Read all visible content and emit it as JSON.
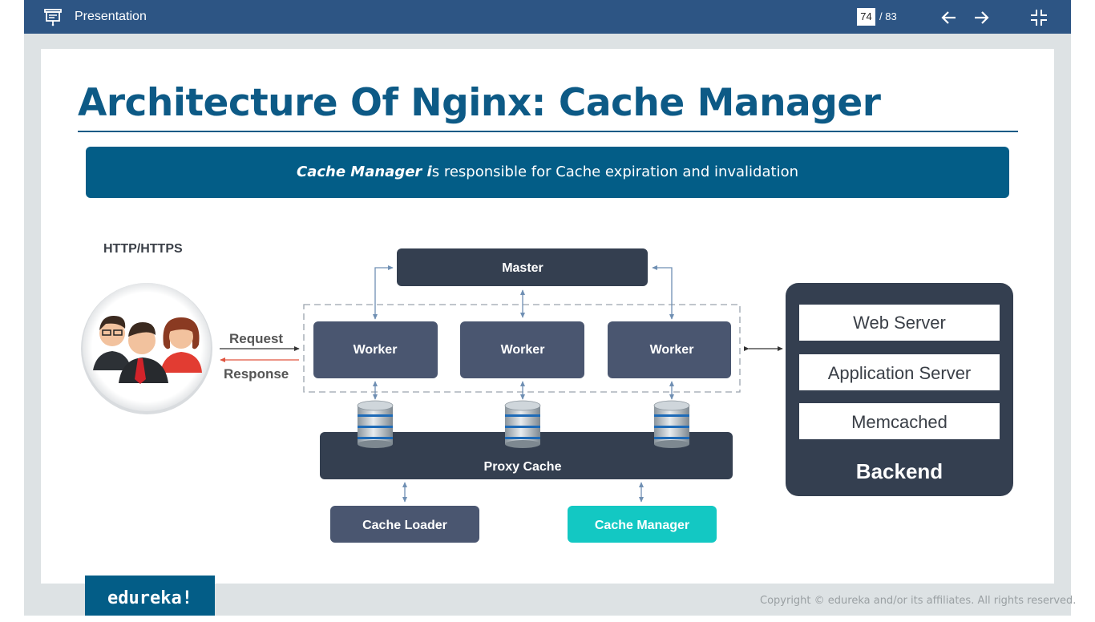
{
  "viewer": {
    "title": "Presentation",
    "current_page": "74",
    "total_pages": "/ 83"
  },
  "slide": {
    "title": "Architecture Of Nginx: Cache Manager",
    "banner_bold": "Cache Manager i",
    "banner_rest": "s responsible for Cache expiration and invalidation",
    "protocol_label": "HTTP/HTTPS",
    "request_label": "Request",
    "response_label": "Response",
    "master_label": "Master",
    "workers": [
      "Worker",
      "Worker",
      "Worker"
    ],
    "proxy_cache_label": "Proxy Cache",
    "cache_loader_label": "Cache Loader",
    "cache_manager_label": "Cache Manager",
    "backend": {
      "items": [
        "Web Server",
        "Application Server",
        "Memcached"
      ],
      "title": "Backend"
    },
    "logo_text": "edureka!",
    "copyright": "Copyright © edureka and/or its affiliates. All rights reserved."
  },
  "colors": {
    "topbar": "#2d5584",
    "title": "#0d5a86",
    "banner": "#035d87",
    "node_dark": "#343f50",
    "worker": "#4a5670",
    "cache_manager": "#13c8c3",
    "response_arrow": "#e0533f"
  },
  "icons": [
    "presentation-icon",
    "arrow-left-icon",
    "arrow-right-icon",
    "exit-fullscreen-icon",
    "database-icon",
    "users-illustration"
  ]
}
